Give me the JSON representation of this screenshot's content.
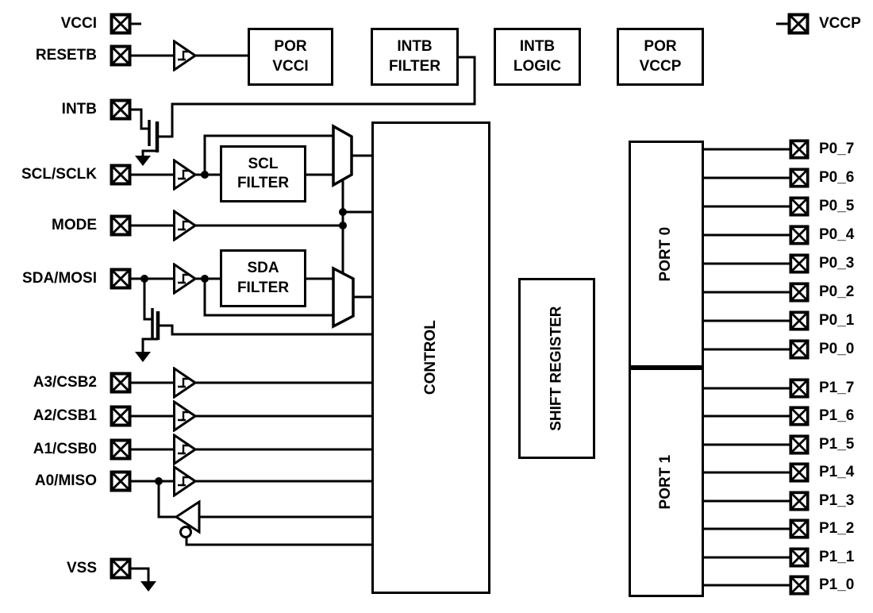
{
  "colors": {
    "background": "#ffffff",
    "ink": "#000000"
  },
  "icons": {
    "pin_icon": "⊠",
    "ground_icon": "▼",
    "schmitt_buffer_icon": "▷",
    "tristate_inverter_icon": "◁",
    "mux_icon": "trapezoid-multiplexer",
    "nmos_transistor_icon": "n-channel-mosfet"
  },
  "left_pins": [
    {
      "label": "VCCI"
    },
    {
      "label": "RESETB"
    },
    {
      "label": "INTB"
    },
    {
      "label": "SCL/SCLK"
    },
    {
      "label": "MODE"
    },
    {
      "label": "SDA/MOSI"
    },
    {
      "label": "A3/CSB2"
    },
    {
      "label": "A2/CSB1"
    },
    {
      "label": "A1/CSB0"
    },
    {
      "label": "A0/MISO"
    },
    {
      "label": "VSS"
    }
  ],
  "right_pins": {
    "vccp": {
      "label": "VCCP"
    },
    "port0": [
      {
        "label": "P0_7"
      },
      {
        "label": "P0_6"
      },
      {
        "label": "P0_5"
      },
      {
        "label": "P0_4"
      },
      {
        "label": "P0_3"
      },
      {
        "label": "P0_2"
      },
      {
        "label": "P0_1"
      },
      {
        "label": "P0_0"
      }
    ],
    "port1": [
      {
        "label": "P1_7"
      },
      {
        "label": "P1_6"
      },
      {
        "label": "P1_5"
      },
      {
        "label": "P1_4"
      },
      {
        "label": "P1_3"
      },
      {
        "label": "P1_2"
      },
      {
        "label": "P1_1"
      },
      {
        "label": "P1_0"
      }
    ]
  },
  "blocks": {
    "por_vcci": {
      "line1": "POR",
      "line2": "VCCI"
    },
    "intb_filter": {
      "line1": "INTB",
      "line2": "FILTER"
    },
    "intb_logic": {
      "line1": "INTB",
      "line2": "LOGIC"
    },
    "por_vccp": {
      "line1": "POR",
      "line2": "VCCP"
    },
    "scl_filter": {
      "line1": "SCL",
      "line2": "FILTER"
    },
    "sda_filter": {
      "line1": "SDA",
      "line2": "FILTER"
    },
    "control": {
      "label": "CONTROL"
    },
    "shift_register": {
      "label": "SHIFT REGISTER"
    },
    "port0": {
      "label": "PORT 0"
    },
    "port1": {
      "label": "PORT 1"
    }
  }
}
